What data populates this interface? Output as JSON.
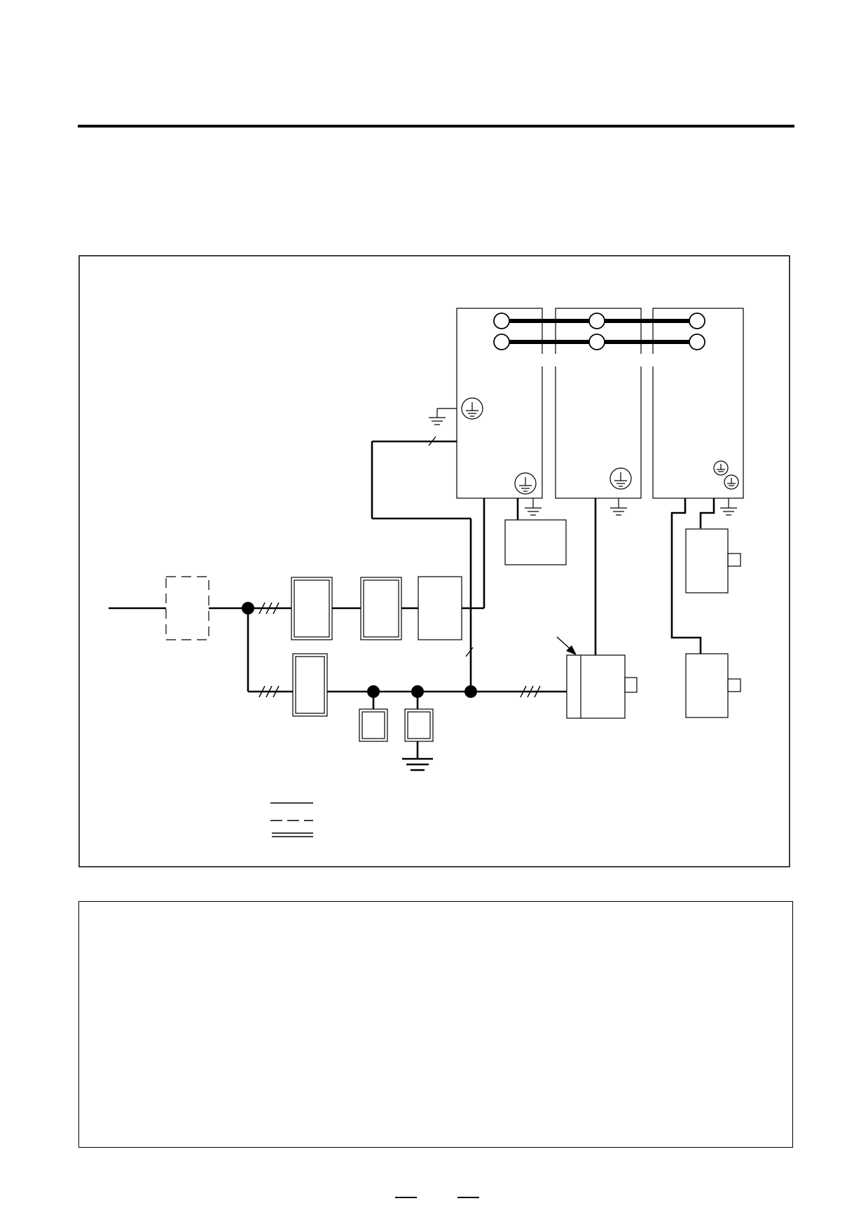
{
  "page": {
    "header_rule": true,
    "legend": {
      "items": [
        {
          "style": "solid"
        },
        {
          "style": "dashed"
        },
        {
          "style": "double"
        }
      ]
    }
  },
  "diagram": {
    "units": [
      {
        "id": "unit-1"
      },
      {
        "id": "unit-2"
      },
      {
        "id": "unit-3"
      }
    ]
  }
}
